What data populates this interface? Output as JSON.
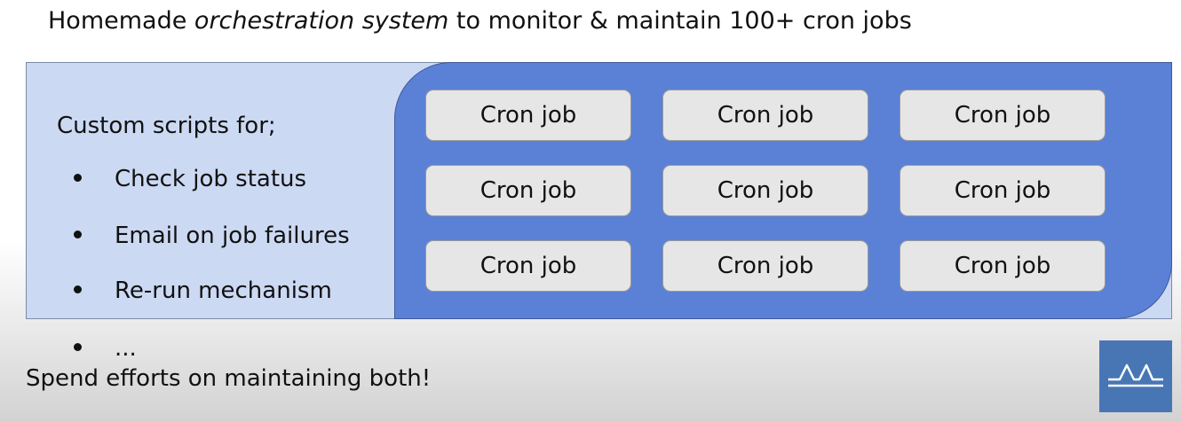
{
  "title": {
    "before": "Homemade ",
    "emphasis": "orchestration system",
    "after": " to monitor & maintain 100+ cron jobs"
  },
  "scripts": {
    "heading": "Custom scripts for;",
    "bullets": [
      "Check job status",
      "Email on job failures",
      "Re-run mechanism",
      "..."
    ]
  },
  "cron_jobs": [
    "Cron job",
    "Cron job",
    "Cron job",
    "Cron job",
    "Cron job",
    "Cron job",
    "Cron job",
    "Cron job",
    "Cron job"
  ],
  "footer": "Spend efforts on maintaining both!",
  "colors": {
    "panel_fill": "#ccd9f3",
    "blue_zone": "#5b81d6",
    "job_box": "#e6e6e6",
    "logo": "#4876b5"
  },
  "logo_icon": "waveform-logo-icon"
}
